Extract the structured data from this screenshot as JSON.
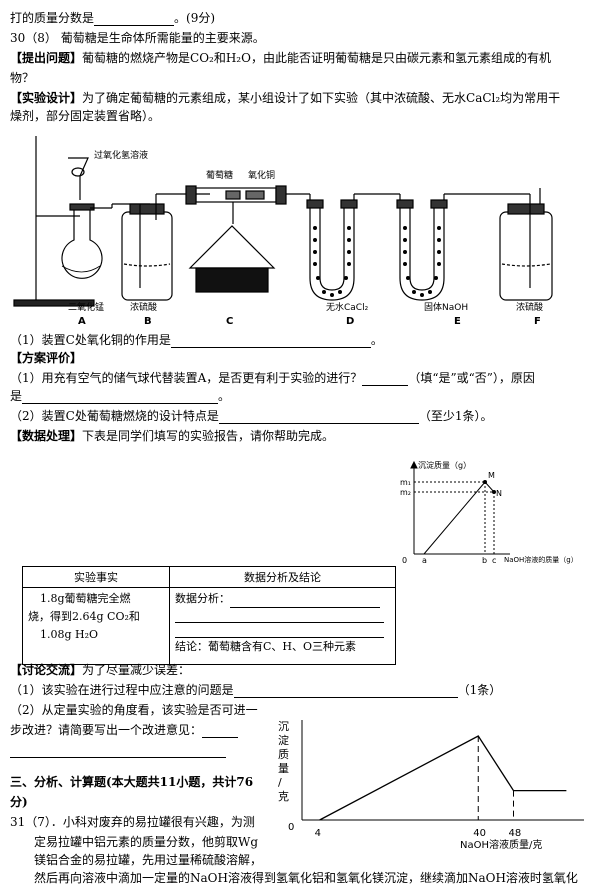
{
  "top": {
    "line1": "打的质量分数是",
    "line1_tail": "。(9分)",
    "q30_header": "30（8） 葡萄糖是生命体所需能量的主要来源。",
    "ask_tag": "【提出问题】",
    "ask_text": "葡萄糖的燃烧产物是CO₂和H₂O，由此能否证明葡萄糖是只由碳元素和氢元素组成的有机",
    "ask_text2": "物？",
    "design_tag": "【实验设计】",
    "design_text": "为了确定葡萄糖的元素组成，某小组设计了如下实验（其中浓硫酸、无水CaCl₂均为常用干",
    "design_text2": "燥剂，部分固定装置省略）。"
  },
  "apparatus": {
    "label_h2o2": "过氧化氢溶液",
    "label_glucose": "葡萄糖",
    "label_cuo": "氧化铜",
    "label_mno2": "二氧化锰",
    "label_h2so4_b": "浓硫酸",
    "label_cacl2": "无水CaCl₂",
    "label_naoh": "固体NaOH",
    "label_h2so4_f": "浓硫酸",
    "letters": [
      "A",
      "B",
      "C",
      "D",
      "E",
      "F"
    ]
  },
  "questions": {
    "q1": "（1）装置C处氧化铜的作用是",
    "q1_end": "。",
    "eval_tag": "【方案评价】",
    "e1": "（1）用充有空气的储气球代替装置A，是否更有利于实验的进行？",
    "e1_tail": "（填“是”或“否”），原因",
    "e1_line2": "是",
    "e1_line2_end": "。",
    "e2": "（2）装置C处葡萄糖燃烧的设计特点是",
    "e2_tail": "（至少1条）。",
    "data_tag": "【数据处理】",
    "data_text": "下表是同学们填写的实验报告，请你帮助完成。"
  },
  "small_chart": {
    "ylabel": "沉淀质量（g）",
    "xlabel": "NaOH溶液的质量（g）",
    "origin": "0",
    "y_ticks": [
      "m₁",
      "m₂"
    ],
    "x_ticks": [
      "a",
      "b",
      "c"
    ],
    "point_labels": [
      "M",
      "N"
    ]
  },
  "report": {
    "h1": "实验事实",
    "h2": "数据分析及结论",
    "fact1": "1.8g葡萄糖完全燃",
    "fact2": "烧，得到2.64g CO₂和",
    "fact3": "1.08g H₂O",
    "analysis": "数据分析：",
    "conclusion": "结论：葡萄糖含有C、H、O三种元素"
  },
  "discuss": {
    "tag": "【讨论交流】",
    "text": "为了尽量减少误差：",
    "d1": "（1）该实验在进行过程中应注意的问题是",
    "d1_tail": "（1条）",
    "d2": "（2）从定量实验的角度看，该实验是否可进一",
    "d2_line2": "步改进？请简要写出一个改进意见：",
    "section3": "三、分析、计算题(本大题共11小题，共计76",
    "section3b": "分)",
    "q31_a": "31（7）．小科对废弃的易拉罐很有兴趣，为测",
    "q31_b": "定易拉罐中铝元素的质量分数，他剪取Wg",
    "q31_c": "镁铝合金的易拉罐，先用过量稀硫酸溶解，",
    "q31_d": "然后再向溶液中滴加一定量的NaOH溶液得到氢氧化铝和氢氧化镁沉淀，继续滴加NaOH溶液时氢氧化"
  },
  "chart_data": {
    "type": "line",
    "ylabel": "沉淀质量/克",
    "xlabel": "NaOH溶液质量/克",
    "origin_label": "0",
    "x_ticks": [
      4,
      40,
      48
    ],
    "points": [
      [
        4,
        0
      ],
      [
        40,
        1
      ],
      [
        48,
        0.35
      ],
      [
        60,
        0.35
      ]
    ]
  }
}
